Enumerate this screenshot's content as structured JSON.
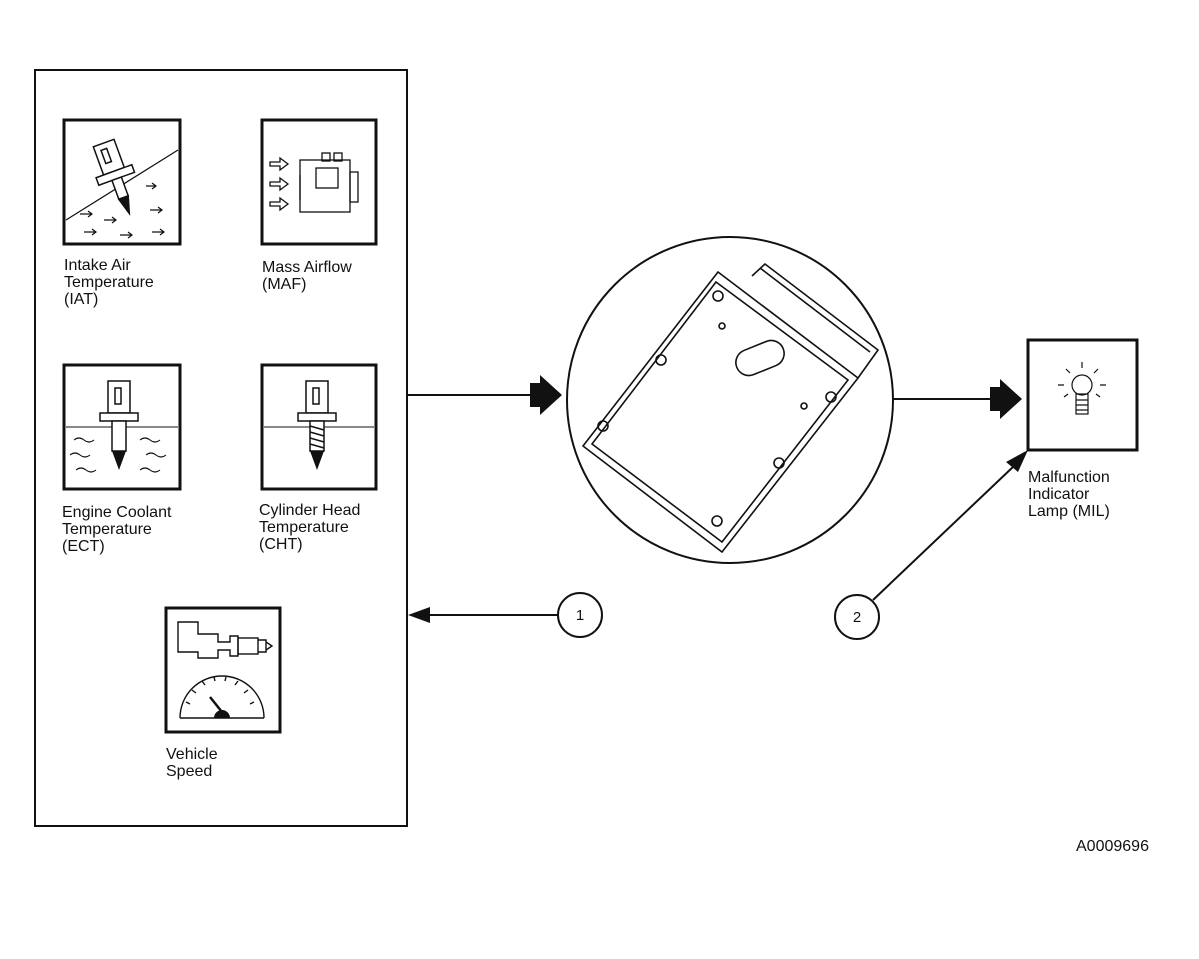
{
  "sensors": {
    "iat": {
      "label": "Intake Air\nTemperature\n(IAT)"
    },
    "maf": {
      "label": "Mass Airflow\n(MAF)"
    },
    "ect": {
      "label": "Engine Coolant\nTemperature\n(ECT)"
    },
    "cht": {
      "label": "Cylinder Head\nTemperature\n(CHT)"
    },
    "vss": {
      "label": "Vehicle\nSpeed"
    }
  },
  "outputs": {
    "mil": {
      "label": "Malfunction\nIndicator\nLamp (MIL)"
    }
  },
  "callouts": [
    "1",
    "2"
  ],
  "reference_code": "A0009696"
}
